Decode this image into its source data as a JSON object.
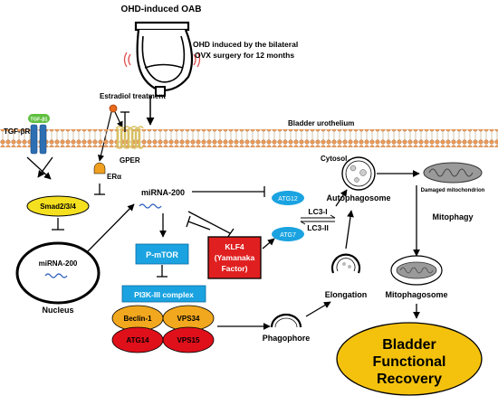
{
  "title": "OHD-induced OAB",
  "ovx_note_line1": "OHD induced by the bilateral",
  "ovx_note_line2": "OVX surgery for 12 months",
  "estradiol": "Estradiol treatment",
  "tgf_b1": "TGF-β1",
  "tgf_br": "TGF-βR",
  "gper": "GPER",
  "bladder_urothelium": "Bladder urothelium",
  "cytosol": "Cytosol",
  "era": "ERα",
  "smad": "Smad2/3/4",
  "mirna_nucleus": "miRNA-200",
  "nucleus": "Nucleus",
  "mirna_main": "miRNA-200",
  "pmtor": "P-mTOR",
  "klf4_line1": "KLF4",
  "klf4_line2": "(Yamanaka",
  "klf4_line3": "Factor)",
  "pi3k": "PI3K-III complex",
  "beclin": "Beclin-1",
  "vps34": "VPS34",
  "atg14": "ATG14",
  "vps15": "VPS15",
  "atg12": "ATG12",
  "atg7": "ATG7",
  "lc3_i": "LC3-I",
  "lc3_ii": "LC3-II",
  "autophagosome": "Autophagosome",
  "damaged_mito": "Damaged mitochondrion",
  "mitophagy": "Mitophagy",
  "mitophagosome": "Mitophagosome",
  "elongation": "Elongation",
  "phagophore": "Phagophore",
  "recovery_line1": "Bladder",
  "recovery_line2": "Functional",
  "recovery_line3": "Recovery",
  "colors": {
    "atg_blue": "#1aa3e0",
    "klf4_red": "#e02020",
    "beclin_orange": "#f2a81e",
    "atg14_red": "#e0101a",
    "smad_yellow": "#f5e020",
    "recovery_yellow": "#f4c20d",
    "tgf_green": "#5fbf3f",
    "receptor_blue": "#2d6fb3",
    "membrane_orange": "#e89a5a"
  }
}
